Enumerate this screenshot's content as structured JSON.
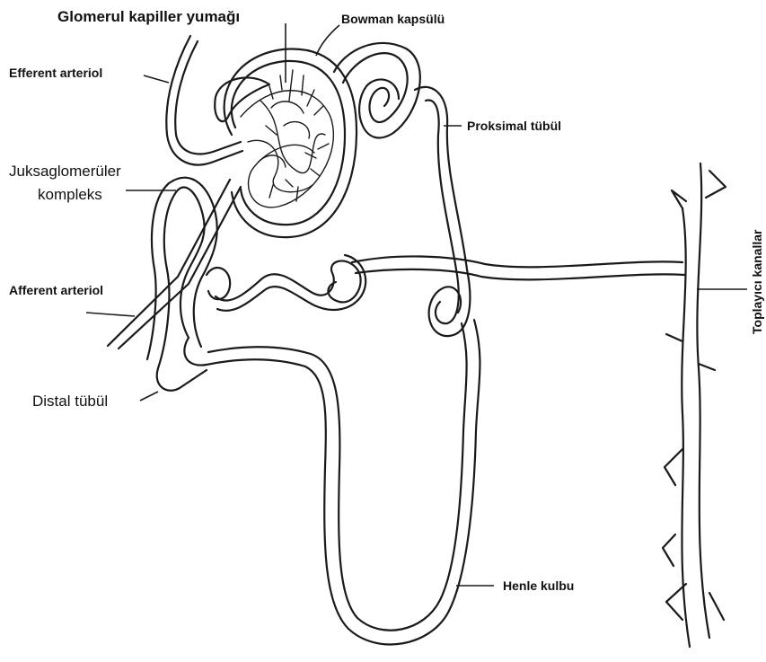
{
  "labels": {
    "glomerul": "Glomerul kapiller yumağı",
    "bowman": "Bowman kapsülü",
    "efferent": "Efferent arteriol",
    "juksa_line1": "Juksaglomerüler",
    "juksa_line2": "kompleks",
    "proksimal": "Proksimal tübül",
    "afferent": "Afferent arteriol",
    "distal": "Distal tübül",
    "henle": "Henle kulbu",
    "toplayici": "Toplayıcı kanallar"
  }
}
